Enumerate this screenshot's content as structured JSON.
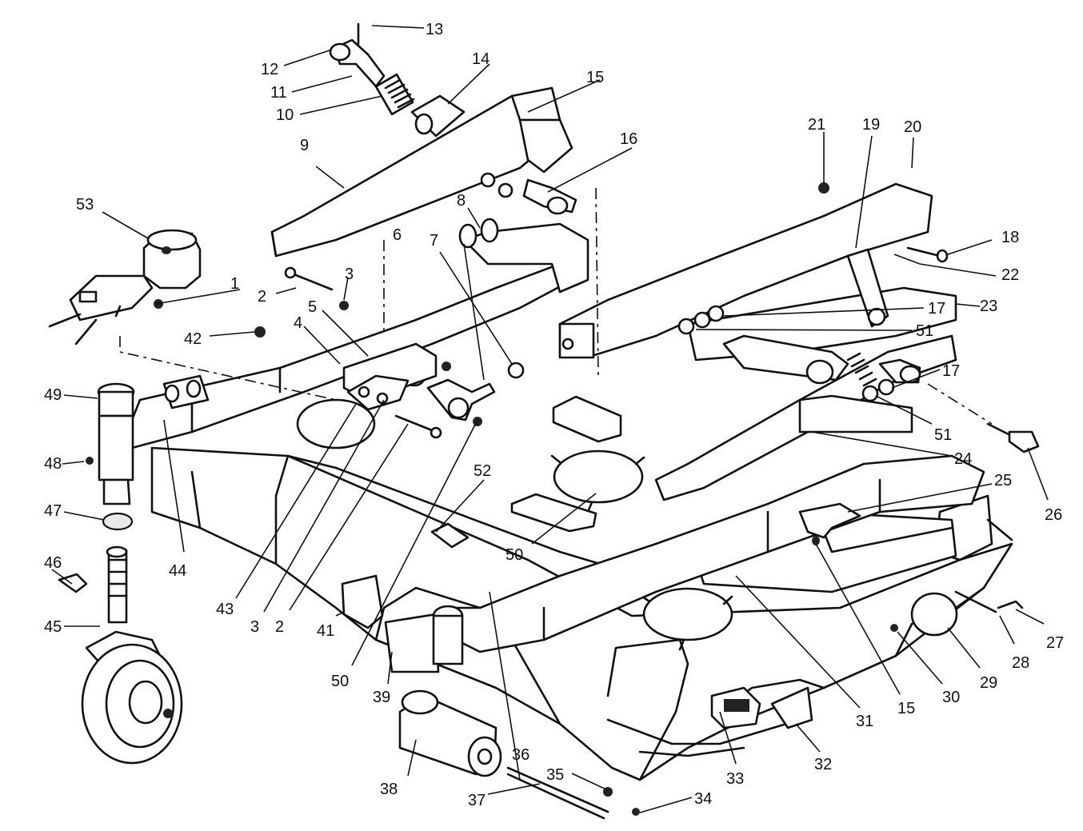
{
  "diagram": {
    "callouts": [
      {
        "id": "c1",
        "label": "1"
      },
      {
        "id": "c2a",
        "label": "2"
      },
      {
        "id": "c3a",
        "label": "3"
      },
      {
        "id": "c4",
        "label": "4"
      },
      {
        "id": "c5",
        "label": "5"
      },
      {
        "id": "c6",
        "label": "6"
      },
      {
        "id": "c7",
        "label": "7"
      },
      {
        "id": "c8",
        "label": "8"
      },
      {
        "id": "c9",
        "label": "9"
      },
      {
        "id": "c10",
        "label": "10"
      },
      {
        "id": "c11",
        "label": "11"
      },
      {
        "id": "c12",
        "label": "12"
      },
      {
        "id": "c13",
        "label": "13"
      },
      {
        "id": "c14",
        "label": "14"
      },
      {
        "id": "c15a",
        "label": "15"
      },
      {
        "id": "c16",
        "label": "16"
      },
      {
        "id": "c17a",
        "label": "17"
      },
      {
        "id": "c18",
        "label": "18"
      },
      {
        "id": "c19",
        "label": "19"
      },
      {
        "id": "c20",
        "label": "20"
      },
      {
        "id": "c21",
        "label": "21"
      },
      {
        "id": "c22",
        "label": "22"
      },
      {
        "id": "c23",
        "label": "23"
      },
      {
        "id": "c51a",
        "label": "51"
      },
      {
        "id": "c17b",
        "label": "17"
      },
      {
        "id": "c51b",
        "label": "51"
      },
      {
        "id": "c24",
        "label": "24"
      },
      {
        "id": "c25",
        "label": "25"
      },
      {
        "id": "c26",
        "label": "26"
      },
      {
        "id": "c27",
        "label": "27"
      },
      {
        "id": "c28",
        "label": "28"
      },
      {
        "id": "c29",
        "label": "29"
      },
      {
        "id": "c30",
        "label": "30"
      },
      {
        "id": "c15b",
        "label": "15"
      },
      {
        "id": "c31",
        "label": "31"
      },
      {
        "id": "c32",
        "label": "32"
      },
      {
        "id": "c33",
        "label": "33"
      },
      {
        "id": "c34",
        "label": "34"
      },
      {
        "id": "c35",
        "label": "35"
      },
      {
        "id": "c36",
        "label": "36"
      },
      {
        "id": "c37",
        "label": "37"
      },
      {
        "id": "c38",
        "label": "38"
      },
      {
        "id": "c39",
        "label": "39"
      },
      {
        "id": "c50a",
        "label": "50"
      },
      {
        "id": "c41",
        "label": "41"
      },
      {
        "id": "c2b",
        "label": "2"
      },
      {
        "id": "c3b",
        "label": "3"
      },
      {
        "id": "c43",
        "label": "43"
      },
      {
        "id": "c44",
        "label": "44"
      },
      {
        "id": "c45",
        "label": "45"
      },
      {
        "id": "c46",
        "label": "46"
      },
      {
        "id": "c47",
        "label": "47"
      },
      {
        "id": "c48",
        "label": "48"
      },
      {
        "id": "c49",
        "label": "49"
      },
      {
        "id": "c42",
        "label": "42"
      },
      {
        "id": "c53",
        "label": "53"
      },
      {
        "id": "c52",
        "label": "52"
      },
      {
        "id": "c50b",
        "label": "50"
      }
    ]
  }
}
